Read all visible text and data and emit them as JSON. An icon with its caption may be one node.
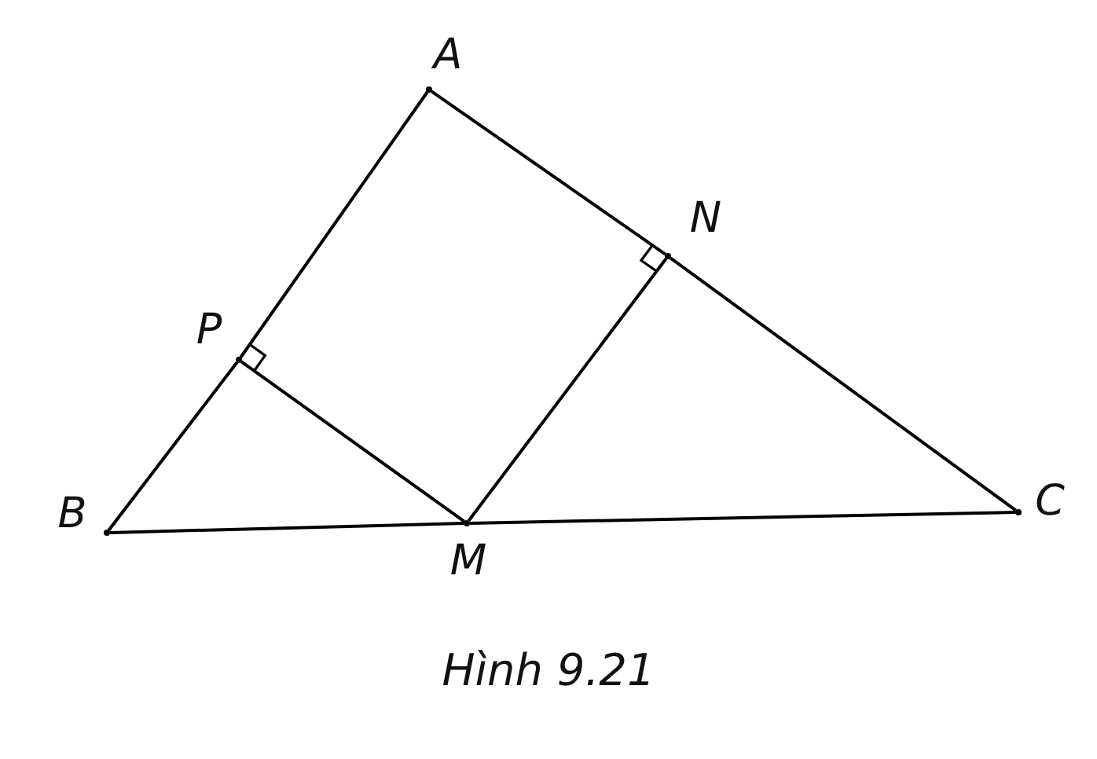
{
  "diagram": {
    "caption": "Hình 9.21",
    "nodes": [
      {
        "text": [],
        "shape": "point",
        "beside": [
          "A"
        ]
      },
      {
        "text": [],
        "shape": "point",
        "beside": [
          "P"
        ]
      },
      {
        "text": [],
        "shape": "point",
        "beside": [
          "N"
        ]
      },
      {
        "text": [],
        "shape": "point",
        "beside": [
          "B"
        ]
      },
      {
        "text": [],
        "shape": "point",
        "beside": [
          "M"
        ]
      },
      {
        "text": [],
        "shape": "point",
        "beside": [
          "C"
        ]
      }
    ],
    "edges": [
      {
        "from": 0,
        "to": 1,
        "arrow": "none"
      },
      {
        "from": 1,
        "to": 3,
        "arrow": "none"
      },
      {
        "from": 0,
        "to": 2,
        "arrow": "none"
      },
      {
        "from": 2,
        "to": 5,
        "arrow": "none"
      },
      {
        "from": 3,
        "to": 4,
        "arrow": "none"
      },
      {
        "from": 4,
        "to": 5,
        "arrow": "none"
      },
      {
        "from": 1,
        "to": 4,
        "arrow": "none"
      },
      {
        "from": 4,
        "to": 2,
        "arrow": "none"
      }
    ]
  }
}
